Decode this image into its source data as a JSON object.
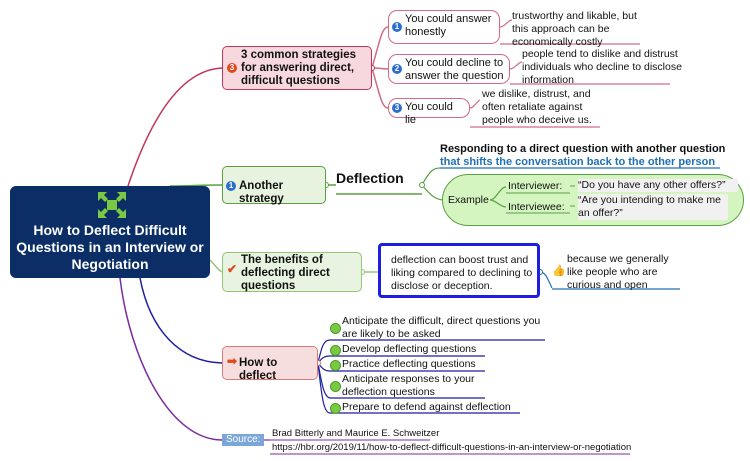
{
  "central": {
    "title": "How to Deflect Difficult Questions in an Interview or Negotiation",
    "logo": "arrows-out-icon"
  },
  "strategies": {
    "badge": "3",
    "label": "3 common strategies for answering direct, difficult questions",
    "items": [
      {
        "badge": "1",
        "label": "You could answer honestly",
        "note": "trustworthy and likable, but this approach can be economically costly"
      },
      {
        "badge": "2",
        "label": "You could decline to answer the question",
        "note": "people tend to dislike and distrust individuals who decline to disclose information"
      },
      {
        "badge": "3",
        "label": "You could lie",
        "note": "we dislike, distrust, and often retaliate against people who deceive us."
      }
    ]
  },
  "another": {
    "badge": "1",
    "label": "Another strategy",
    "deflection": "Deflection",
    "desc_line1": "Responding to a direct question with another question",
    "desc_line2": "that shifts the conversation back to the other person",
    "example": {
      "label": "Example",
      "interviewer_label": "Interviewer:",
      "interviewer_quote": "“Do you have any other offers?”",
      "interviewee_label": "Interviewee:",
      "interviewee_quote": "“Are you intending to make me an offer?”"
    }
  },
  "benefits": {
    "label": "The benefits of deflecting direct questions",
    "box": "deflection can boost trust and liking compared to declining to disclose or deception.",
    "reason": "because we generally like people who are curious and open"
  },
  "how": {
    "label": "How to deflect",
    "steps": [
      "Anticipate the difficult, direct questions you are likely to be asked",
      "Develop deflecting questions",
      "Practice deflecting questions",
      "Anticipate responses to your deflection questions",
      "Prepare to defend against deflection"
    ]
  },
  "source": {
    "label": "Source:",
    "authors": "Brad Bitterly and Maurice E. Schweitzer",
    "url": "https://hbr.org/2019/11/how-to-deflect-difficult-questions-in-an-interview-or-negotiation"
  },
  "colors": {
    "central": "#0b2e66",
    "strategies": "#c2365b",
    "another": "#59a043",
    "benefits": "#92c77a",
    "how": "#d97b7b",
    "steps_line": "#1e1e9e",
    "source_line": "#7b2c9e"
  }
}
